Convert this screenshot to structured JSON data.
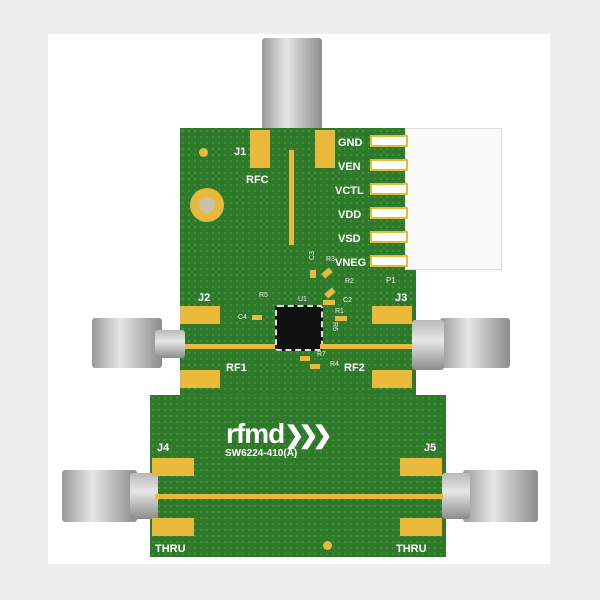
{
  "board": {
    "logo": "rfmd",
    "part_number": "SW6224-410(A)",
    "connectors": {
      "j1": "J1",
      "j2": "J2",
      "j3": "J3",
      "j4": "J4",
      "j5": "J5",
      "p1": "P1"
    },
    "ports": {
      "rfc": "RFC",
      "rf1": "RF1",
      "rf2": "RF2",
      "thru_left": "THRU",
      "thru_right": "THRU"
    },
    "header_pins": [
      "GND",
      "VEN",
      "VCTL",
      "VDD",
      "VSD",
      "VNEG"
    ],
    "components": {
      "u1": "U1",
      "c2": "C2",
      "c3": "C3",
      "c4": "C4",
      "r1": "R1",
      "r2": "R2",
      "r3": "R3",
      "r4": "R4",
      "r5": "R5",
      "r6": "R6",
      "r7": "R7"
    },
    "colors": {
      "pcb": "#2f7a2a",
      "copper": "#e8b93a"
    }
  }
}
